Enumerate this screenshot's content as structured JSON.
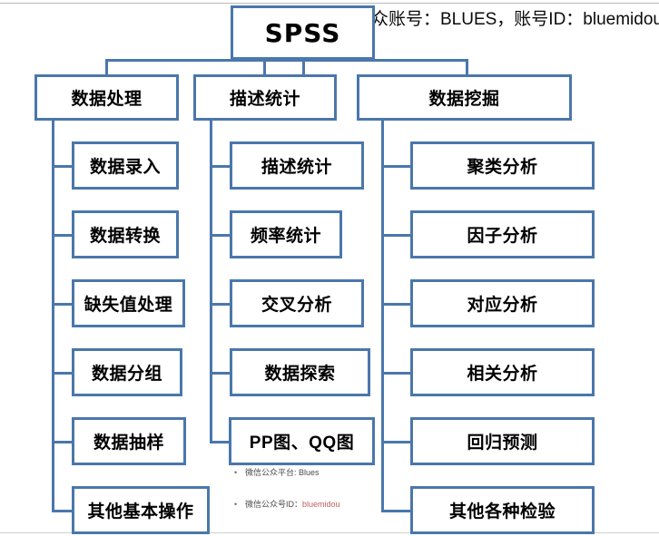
{
  "header": {
    "caption": "众账号：BLUES，账号ID：bluemidou"
  },
  "root": {
    "label": "SPSS"
  },
  "branches": [
    {
      "label": "数据处理",
      "children": [
        {
          "label": "数据录入"
        },
        {
          "label": "数据转换"
        },
        {
          "label": "缺失值处理"
        },
        {
          "label": "数据分组"
        },
        {
          "label": "数据抽样"
        },
        {
          "label": "其他基本操作"
        }
      ]
    },
    {
      "label": "描述统计",
      "children": [
        {
          "label": "描述统计"
        },
        {
          "label": "频率统计"
        },
        {
          "label": "交叉分析"
        },
        {
          "label": "数据探索"
        },
        {
          "label": "PP图、QQ图"
        }
      ]
    },
    {
      "label": "数据挖掘",
      "children": [
        {
          "label": "聚类分析"
        },
        {
          "label": "因子分析"
        },
        {
          "label": "对应分析"
        },
        {
          "label": "相关分析"
        },
        {
          "label": "回归预测"
        },
        {
          "label": "其他各种检验"
        }
      ]
    }
  ],
  "footnotes": [
    {
      "bullet": "•",
      "text": "微信公众平台: Blues",
      "accent": ""
    },
    {
      "bullet": "•",
      "text": "微信公众号ID：",
      "accent": "bluemidou"
    }
  ],
  "colors": {
    "border": "#4a77ac",
    "text": "#000000",
    "background": "#ffffff",
    "footnote_accent": "#c0605f"
  }
}
